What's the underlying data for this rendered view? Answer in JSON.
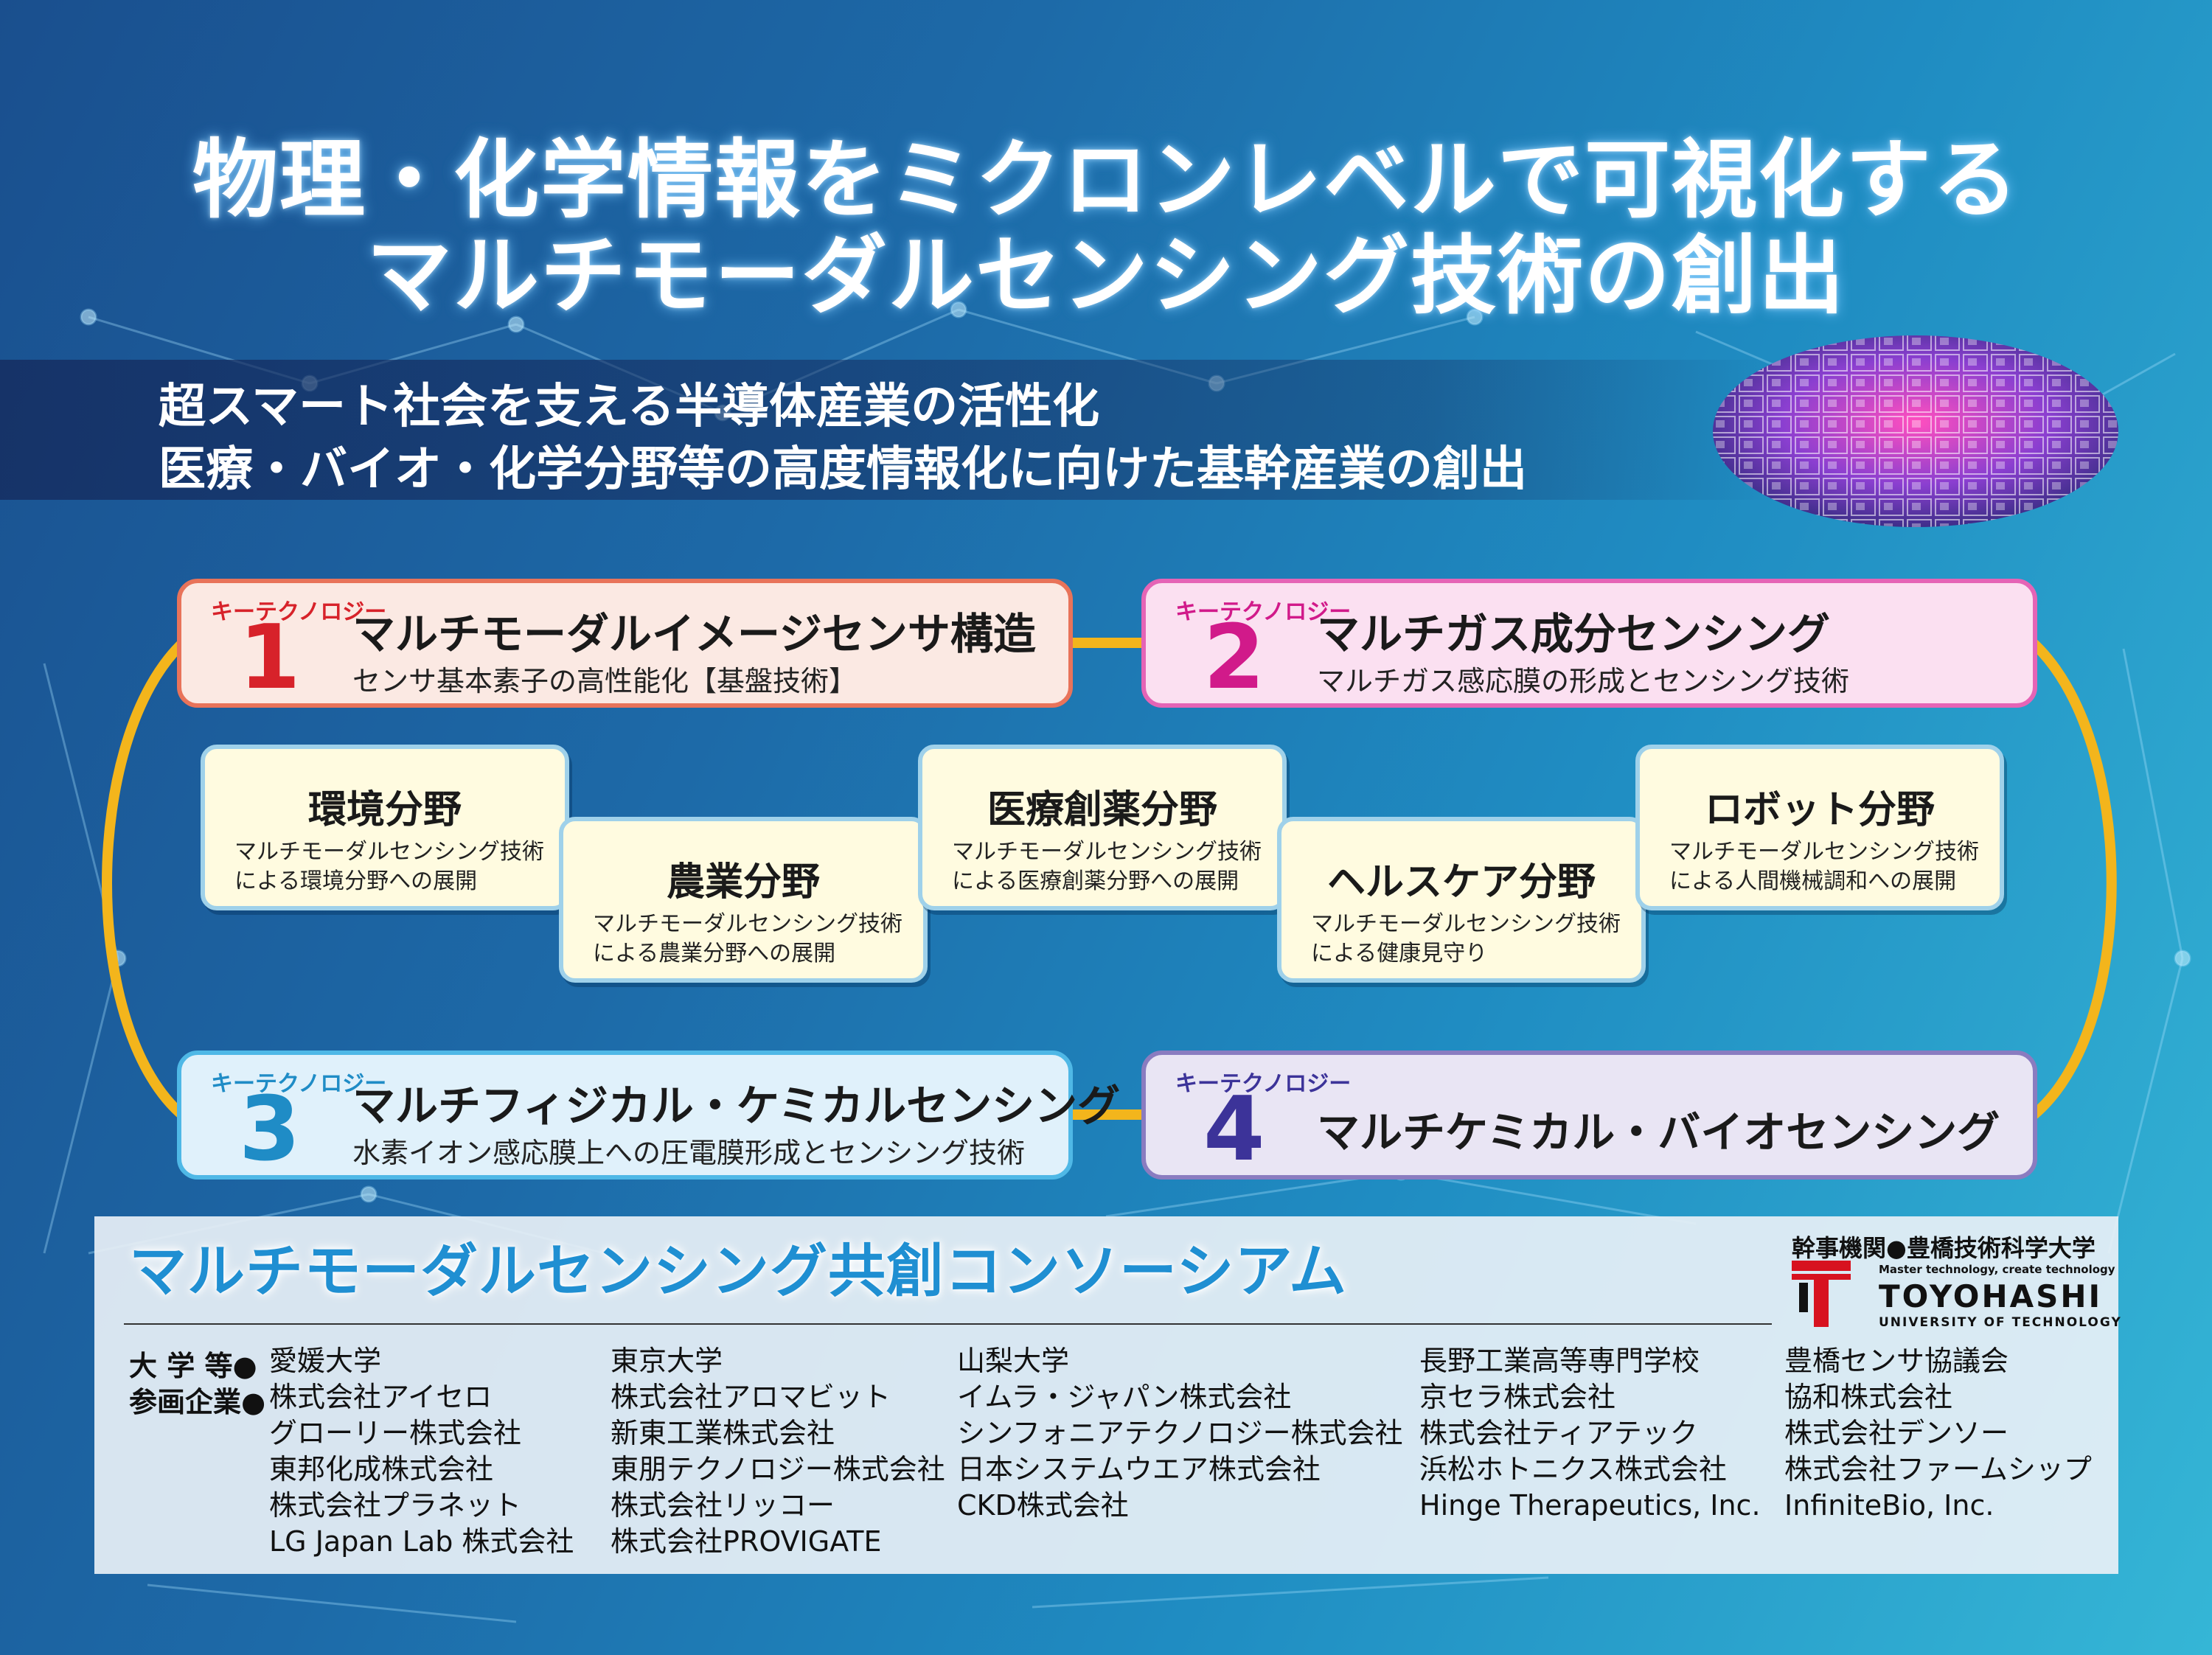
{
  "header": {
    "title_line1": "物理・化学情報をミクロンレベルで可視化する",
    "title_line2": "マルチモーダルセンシング技術の創出",
    "subtitle_line1": "超スマート社会を支える半導体産業の活性化",
    "subtitle_line2": "医療・バイオ・化学分野等の高度情報化に向けた基幹産業の創出"
  },
  "key_technologies": [
    {
      "tag": "キーテクノロジー",
      "number": "1",
      "title": "マルチモーダルイメージセンサ構造",
      "description": "センサ基本素子の高性能化【基盤技術】",
      "color": "#d7222a"
    },
    {
      "tag": "キーテクノロジー",
      "number": "2",
      "title": "マルチガス成分センシング",
      "description": "マルチガス感応膜の形成とセンシング技術",
      "color": "#d11a8a"
    },
    {
      "tag": "キーテクノロジー",
      "number": "3",
      "title": "マルチフィジカル・ケミカルセンシング",
      "description": "水素イオン感応膜上への圧電膜形成とセンシング技術",
      "color": "#1f8cc6"
    },
    {
      "tag": "キーテクノロジー",
      "number": "4",
      "title": "マルチケミカル・バイオセンシング",
      "color": "#3c3399"
    }
  ],
  "fields": [
    {
      "title": "環境分野",
      "desc_line1": "マルチモーダルセンシング技術",
      "desc_line2": "による環境分野への展開"
    },
    {
      "title": "農業分野",
      "desc_line1": "マルチモーダルセンシング技術",
      "desc_line2": "による農業分野への展開"
    },
    {
      "title": "医療創薬分野",
      "desc_line1": "マルチモーダルセンシング技術",
      "desc_line2": "による医療創薬分野への展開"
    },
    {
      "title": "ヘルスケア分野",
      "desc_line1": "マルチモーダルセンシング技術",
      "desc_line2": "による健康見守り"
    },
    {
      "title": "ロボット分野",
      "desc_line1": "マルチモーダルセンシング技術",
      "desc_line2": "による人間機械調和への展開"
    }
  ],
  "consortium": {
    "title": "マルチモーダルセンシング共創コンソーシアム",
    "lead": "幹事機関●豊橋技術科学大学",
    "logo_tagline": "Master technology, create technology",
    "logo_name": "TOYOHASHI",
    "logo_subname": "UNIVERSITY OF TECHNOLOGY",
    "label_universities": "大 学 等●",
    "label_companies": "参画企業●",
    "accent_color": "#1f8fd2"
  },
  "members": {
    "col1": [
      "愛媛大学",
      "株式会社アイセロ",
      "グローリー株式会社",
      "東邦化成株式会社",
      "株式会社プラネット",
      "LG Japan Lab 株式会社"
    ],
    "col2": [
      "東京大学",
      "株式会社アロマビット",
      "新東工業株式会社",
      "東朋テクノロジー株式会社",
      "株式会社リッコー",
      "株式会社PROVIGATE"
    ],
    "col3": [
      "山梨大学",
      "イムラ・ジャパン株式会社",
      "シンフォニアテクノロジー株式会社",
      "日本システムウエア株式会社",
      "CKD株式会社"
    ],
    "col4": [
      "長野工業高等専門学校",
      "京セラ株式会社",
      "株式会社ティアテック",
      "浜松ホトニクス株式会社",
      " Hinge Therapeutics, Inc."
    ],
    "col5": [
      "豊橋センサ協議会",
      "協和株式会社",
      "株式会社デンソー",
      "株式会社ファームシップ",
      "InfiniteBio, Inc."
    ]
  }
}
